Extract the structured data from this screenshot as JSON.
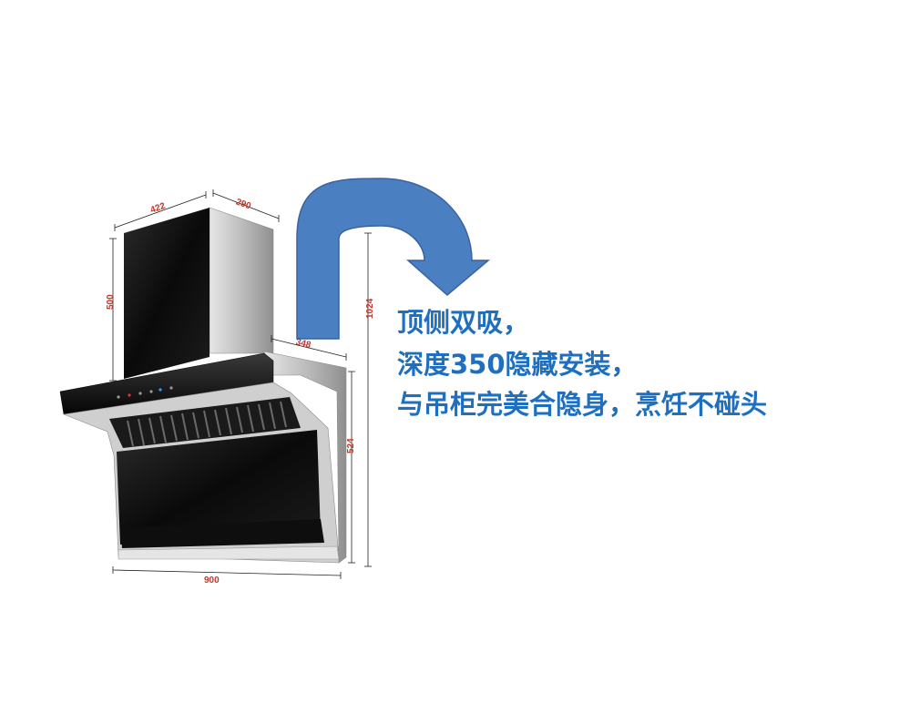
{
  "colors": {
    "accent_text": "#1f6fc0",
    "arrow_fill": "#4a7fc1",
    "arrow_stroke": "#3a62a0",
    "dimension_text": "#c0392b",
    "panel_black": "#0c0c0c",
    "steel": "#bdbdbd"
  },
  "dimensions": {
    "top_width": "422",
    "top_depth": "290",
    "chimney_height": "500",
    "body_depth": "348",
    "body_height": "524",
    "total_height": "1024",
    "base_width": "900"
  },
  "headline": {
    "line1": "顶侧双吸，",
    "line2": "深度350隐藏安装，",
    "line3": "与吊柜完美合隐身，烹饪不碰头"
  },
  "icons": {
    "arrow": "curved-arrow-icon",
    "product": "range-hood-illustration"
  }
}
